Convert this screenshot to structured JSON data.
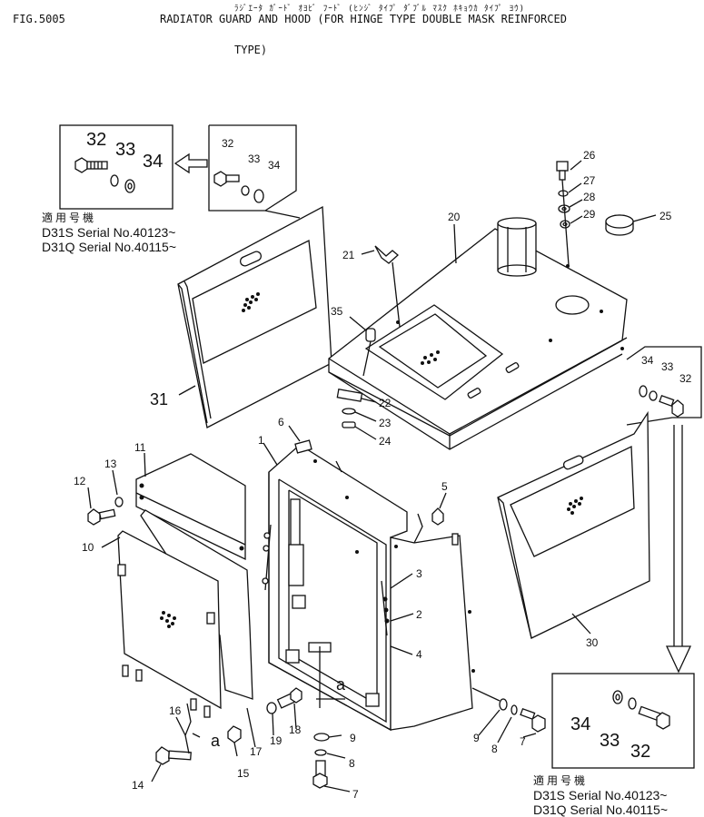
{
  "header": {
    "fig_no": "FIG.5005",
    "japanese_title": "ﾗｼﾞｴｰﾀ ｶﾞｰﾄﾞ ｵﾖﾋﾞ ﾌｰﾄﾞ (ﾋﾝｼﾞ ﾀｲﾌﾟ ﾀﾞﾌﾞﾙ ﾏｽｸ ﾎｷｮｳｶ ﾀｲﾌﾟ ﾖｳ)",
    "title_line1": "RADIATOR GUARD AND HOOD (FOR HINGE TYPE DOUBLE MASK REINFORCED",
    "title_line2": "TYPE)"
  },
  "serial_note": {
    "heading": "適用号機",
    "line1": "D31S Serial  No.40123~",
    "line2": "D31Q Serial  No.40115~"
  },
  "part_labels": {
    "p1": "1",
    "p2": "2",
    "p3": "3",
    "p4": "4",
    "p5": "5",
    "p6": "6",
    "p7": "7",
    "p8": "8",
    "p9": "9",
    "p10": "10",
    "p11": "11",
    "p12": "12",
    "p13": "13",
    "p14": "14",
    "p15": "15",
    "p16": "16",
    "p17": "17",
    "p18": "18",
    "p19": "19",
    "p20": "20",
    "p21": "21",
    "p22": "22",
    "p23": "23",
    "p24": "24",
    "p25": "25",
    "p26": "26",
    "p27": "27",
    "p28": "28",
    "p29": "29",
    "p30": "30",
    "p31": "31",
    "p32": "32",
    "p33": "33",
    "p34": "34",
    "p35": "35"
  },
  "match_marks": {
    "a": "a"
  }
}
